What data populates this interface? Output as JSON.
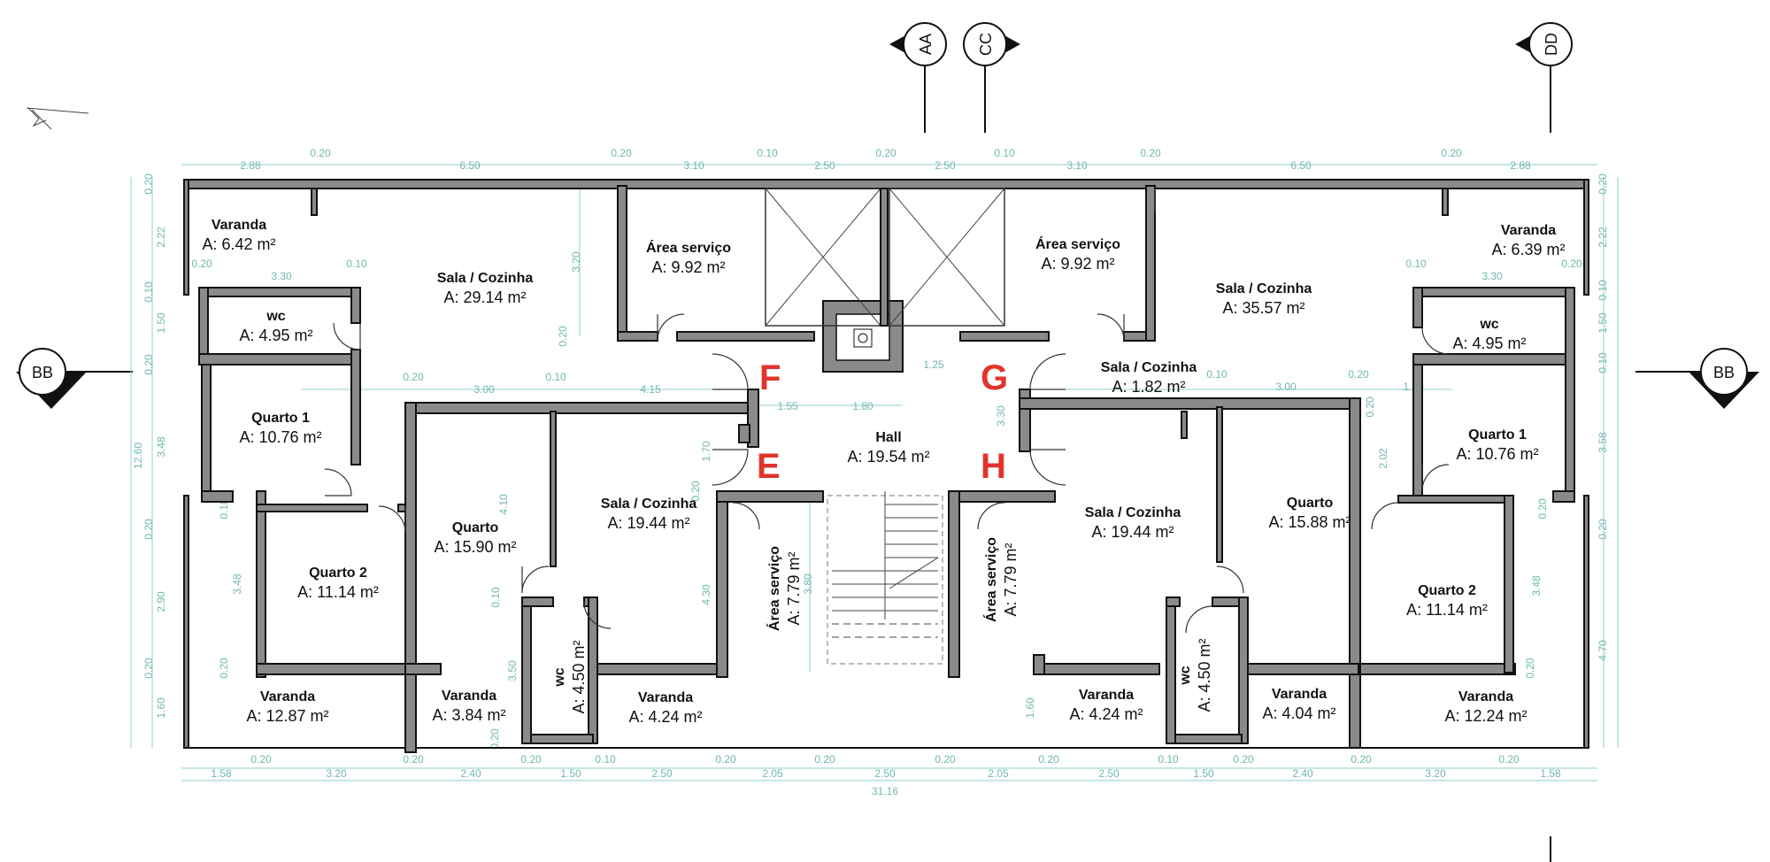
{
  "rooms": [
    {
      "id": "varanda-tl",
      "name": "Varanda",
      "area": "A: 6.42 m²"
    },
    {
      "id": "sala-1",
      "name": "Sala / Cozinha",
      "area": "A: 29.14 m²"
    },
    {
      "id": "area-servico-1",
      "name": "Área serviço",
      "area": "A: 9.92 m²"
    },
    {
      "id": "area-servico-2",
      "name": "Área serviço",
      "area": "A: 9.92 m²"
    },
    {
      "id": "sala-2",
      "name": "Sala / Cozinha",
      "area": "A: 35.57 m²"
    },
    {
      "id": "varanda-tr",
      "name": "Varanda",
      "area": "A: 6.39 m²"
    },
    {
      "id": "wc-1",
      "name": "wc",
      "area": "A: 4.95 m²"
    },
    {
      "id": "wc-2",
      "name": "wc",
      "area": "A: 4.95 m²"
    },
    {
      "id": "quarto1-l",
      "name": "Quarto 1",
      "area": "A: 10.76 m²"
    },
    {
      "id": "quarto1-r",
      "name": "Quarto 1",
      "area": "A: 10.76 m²"
    },
    {
      "id": "sala-extra",
      "name": "Sala / Cozinha",
      "area": "A: 1.82 m²"
    },
    {
      "id": "hall",
      "name": "Hall",
      "area": "A: 19.54 m²"
    },
    {
      "id": "quarto-l",
      "name": "Quarto",
      "area": "A: 15.90 m²"
    },
    {
      "id": "sala-3",
      "name": "Sala / Cozinha",
      "area": "A: 19.44 m²"
    },
    {
      "id": "sala-4",
      "name": "Sala / Cozinha",
      "area": "A: 19.44 m²"
    },
    {
      "id": "quarto-r",
      "name": "Quarto",
      "area": "A: 15.88 m²"
    },
    {
      "id": "quarto2-l",
      "name": "Quarto 2",
      "area": "A: 11.14 m²"
    },
    {
      "id": "quarto2-r",
      "name": "Quarto 2",
      "area": "A: 11.14 m²"
    },
    {
      "id": "area-servico-3",
      "name": "Área serviço",
      "area": "A: 7.79 m²"
    },
    {
      "id": "area-servico-4",
      "name": "Área serviço",
      "area": "A: 7.79 m²"
    },
    {
      "id": "wc-3",
      "name": "wc",
      "area": "A: 4.50 m²"
    },
    {
      "id": "wc-4",
      "name": "wc",
      "area": "A: 4.50 m²"
    },
    {
      "id": "varanda-bl",
      "name": "Varanda",
      "area": "A: 12.87 m²"
    },
    {
      "id": "varanda-b2",
      "name": "Varanda",
      "area": "A: 3.84 m²"
    },
    {
      "id": "varanda-b3",
      "name": "Varanda",
      "area": "A: 4.24 m²"
    },
    {
      "id": "varanda-b4",
      "name": "Varanda",
      "area": "A: 4.24 m²"
    },
    {
      "id": "varanda-b5",
      "name": "Varanda",
      "area": "A: 4.04 m²"
    },
    {
      "id": "varanda-br",
      "name": "Varanda",
      "area": "A: 12.24 m²"
    }
  ],
  "stair_letters": [
    "F",
    "G",
    "E",
    "H"
  ],
  "section_markers": [
    "AA",
    "CC",
    "DD",
    "BB",
    "BB"
  ],
  "dims": {
    "top": [
      "2.88",
      "0.20",
      "6.50",
      "0.20",
      "3.10",
      "0.10",
      "2.50",
      "0.20",
      "2.50",
      "0.10",
      "3.10",
      "0.20",
      "6.50",
      "0.20",
      "2.88"
    ],
    "bottom": [
      "1.58",
      "0.20",
      "3.20",
      "0.20",
      "2.40",
      "0.20",
      "1.50",
      "0.10",
      "2.50",
      "0.20",
      "2.05",
      "0.20",
      "2.50",
      "0.20",
      "2.05",
      "0.20",
      "2.50",
      "0.10",
      "1.50",
      "0.20",
      "2.40",
      "0.20",
      "3.20",
      "0.20",
      "1.58"
    ],
    "total": "31.16",
    "left": [
      "0.20",
      "2.22",
      "0.10",
      "1.50",
      "0.20",
      "3.48",
      "0.20",
      "2.90",
      "0.20",
      "1.60",
      "12.60"
    ],
    "right": [
      "0.20",
      "2.22",
      "0.10",
      "1.50",
      "0.10",
      "3.58",
      "0.20",
      "4.70"
    ],
    "inner": [
      "0.20",
      "3.30",
      "0.10",
      "3.20",
      "0.20",
      "0.20",
      "3.00",
      "0.10",
      "4.15",
      "1.55",
      "1.80",
      "1.25",
      "0.10",
      "3.00",
      "0.20",
      "1.10",
      "0.10",
      "3.30",
      "0.20",
      "1.70",
      "0.20",
      "3.30",
      "0.20",
      "2.02",
      "4.10",
      "0.10",
      "3.80",
      "4.30",
      "3.48",
      "3.48",
      "0.10",
      "3.50",
      "0.20",
      "0.20",
      "1.60",
      "0.20",
      "0.20"
    ]
  }
}
